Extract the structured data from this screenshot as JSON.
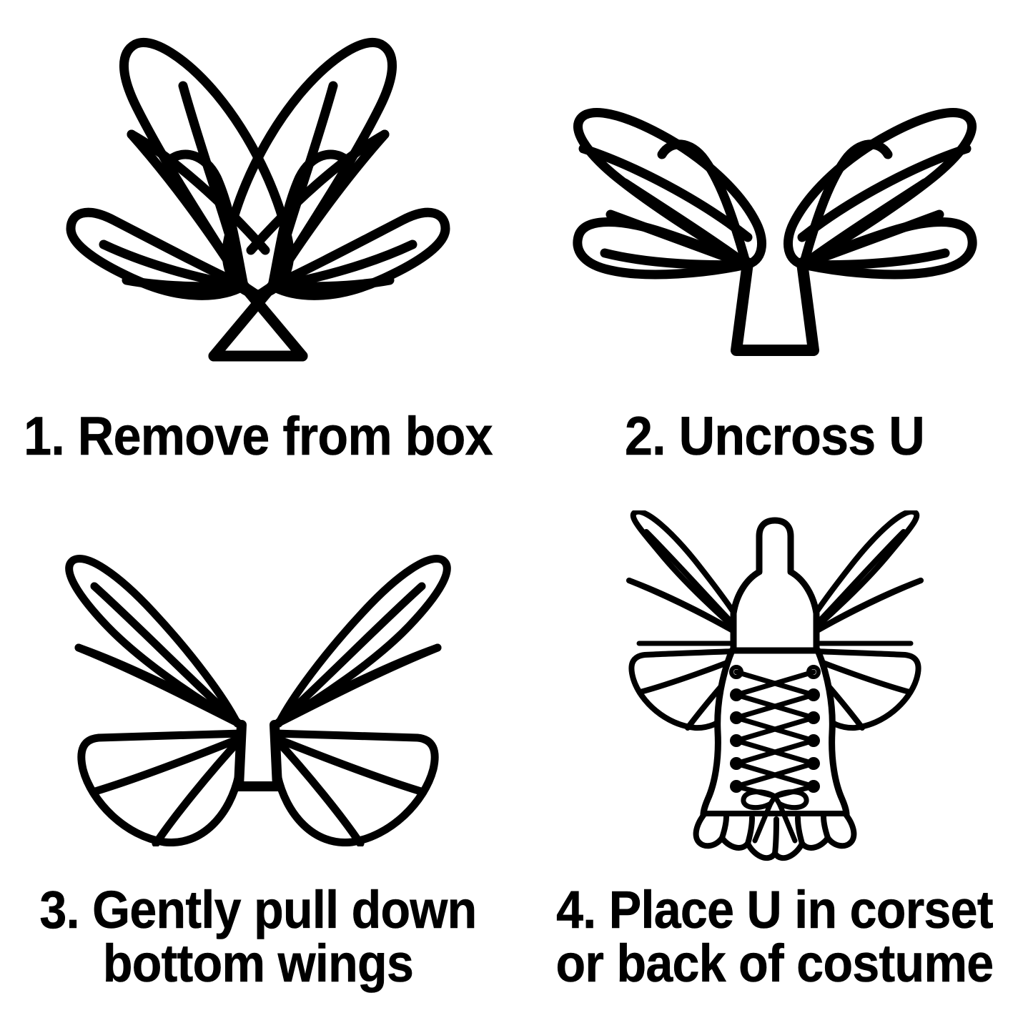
{
  "document": {
    "title": "Fairy Wings Assembly Instructions",
    "background_color": "#ffffff",
    "ink_color": "#000000",
    "layout": "2x2 instructional grid",
    "style": "black line art on white"
  },
  "panels": [
    {
      "number": "1.",
      "caption_lines": [
        "1. Remove from box"
      ],
      "caption_full": "1. Remove from box",
      "illustration": "fairy wings with crossed U-shaped wire stem forming a triangle at the base",
      "art_name": "wings-crossed-u-illustration"
    },
    {
      "number": "2.",
      "caption_lines": [
        "2. Uncross U"
      ],
      "caption_full": "2. Uncross U",
      "illustration": "fairy wings spread wide horizontally with a straight U-shaped stem below",
      "art_name": "wings-uncrossed-u-illustration"
    },
    {
      "number": "3.",
      "caption_lines": [
        "3. Gently pull down",
        "bottom wings"
      ],
      "caption_full": "3. Gently pull down bottom wings",
      "illustration": "fairy wings with top wings raised and bottom wings pulled down, U stem below",
      "art_name": "wings-pulled-down-illustration"
    },
    {
      "number": "4.",
      "caption_lines": [
        "4. Place U in corset",
        "or back of costume"
      ],
      "caption_full": "4. Place U in corset or back of costume",
      "illustration": "laced corset mannequin with fairy wings attached behind, bow at the bottom and petal hem",
      "art_name": "corset-with-wings-illustration"
    }
  ]
}
